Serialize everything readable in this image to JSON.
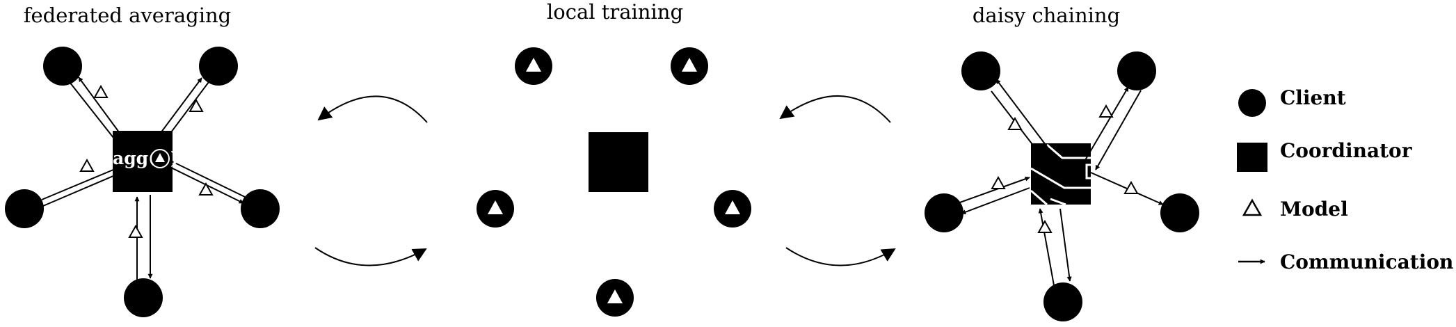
{
  "panels": {
    "federated_averaging": {
      "title": "federated averaging",
      "agg_label": "agg(",
      "agg_label_close": ")"
    },
    "local_training": {
      "title": "local training"
    },
    "daisy_chaining": {
      "title": "daisy chaining"
    }
  },
  "legend": {
    "client": "Client",
    "coordinator": "Coordinator",
    "model": "Model",
    "communication": "Communication"
  },
  "colors": {
    "ink": "#000000",
    "paper": "#ffffff"
  }
}
